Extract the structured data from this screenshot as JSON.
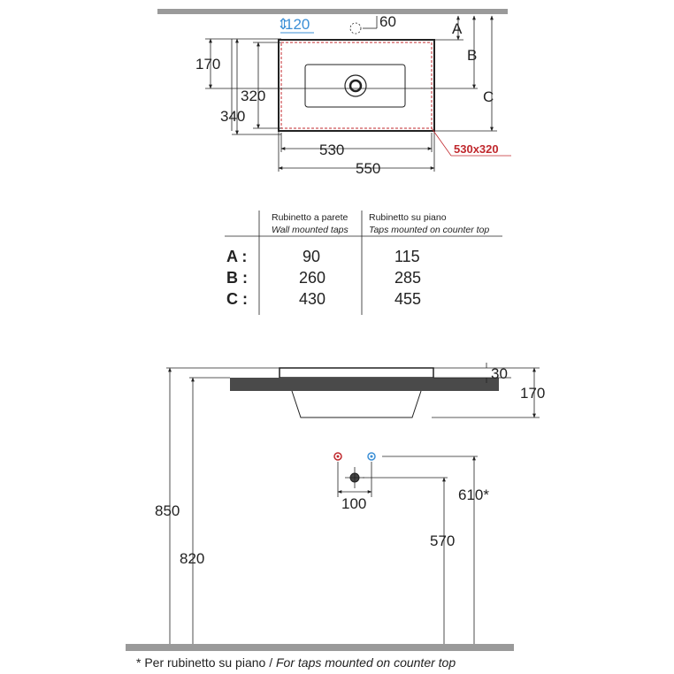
{
  "top_view": {
    "tap_hole_diameter": "120",
    "tap_offset": "60",
    "depth_170": "170",
    "depth_320": "320",
    "depth_340": "340",
    "width_530": "530",
    "width_550": "550",
    "label_a": "A",
    "label_b": "B",
    "label_c": "C",
    "cutout": "530x320"
  },
  "table": {
    "col1_title": "Rubinetto a parete",
    "col1_subtitle": "Wall mounted taps",
    "col2_title": "Rubinetto su piano",
    "col2_subtitle": "Taps mounted on counter top",
    "rows": [
      {
        "label": "A :",
        "wall": "90",
        "counter": "115"
      },
      {
        "label": "B :",
        "wall": "260",
        "counter": "285"
      },
      {
        "label": "C :",
        "wall": "430",
        "counter": "455"
      }
    ]
  },
  "side_view": {
    "rim_height": "30",
    "basin_height": "170",
    "total_height_850": "850",
    "counter_height_820": "820",
    "tap_spacing": "100",
    "tap_height_610": "610*",
    "drain_height_570": "570",
    "hot_color": "#c0282d",
    "cold_color": "#3b8fd6"
  },
  "footnote": {
    "prefix": "* Per rubinetto su piano / ",
    "italic": "For taps mounted on counter top"
  }
}
